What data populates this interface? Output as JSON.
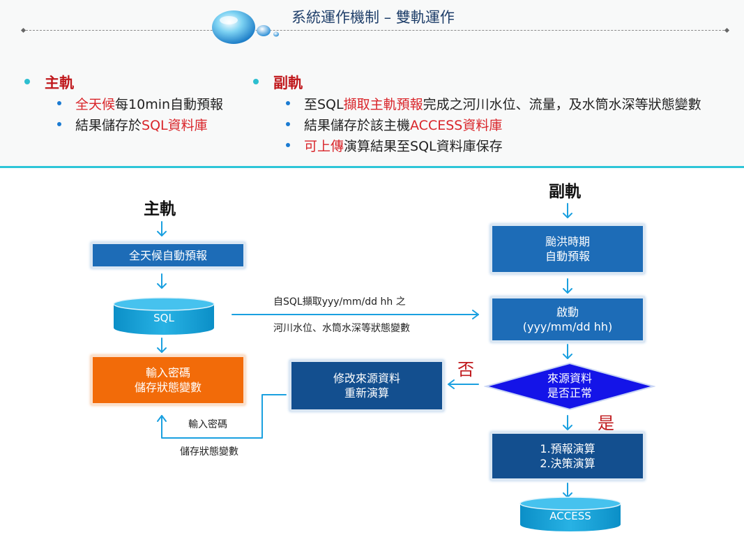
{
  "header": {
    "title": "系統運作機制 – 雙軌運作"
  },
  "main_track": {
    "heading": "主軌",
    "items": [
      {
        "red": "全天候",
        "rest": "每10min自動預報"
      },
      {
        "pre": "結果儲存於",
        "red": "SQL資料庫"
      }
    ]
  },
  "sub_track": {
    "heading": "副軌",
    "items": [
      {
        "pre": "至SQL",
        "red": "擷取主軌預報",
        "rest": "完成之河川水位、流量，及水筒水深等狀態變數"
      },
      {
        "pre": "結果儲存於該主機",
        "red": "ACCESS資料庫"
      },
      {
        "red": "可上傳",
        "rest": "演算結果至SQL資料庫保存"
      }
    ]
  },
  "flow": {
    "main_label": "主軌",
    "sub_label": "副軌",
    "main_box1": "全天候自動預報",
    "sql_db": "SQL",
    "input_box": [
      "輸入密碼",
      "儲存狀態變數"
    ],
    "modify_box": [
      "修改來源資料",
      "重新演算"
    ],
    "typhoon_box": [
      "颱洪時期",
      "自動預報"
    ],
    "start_box": [
      "啟動",
      "(yyy/mm/dd hh)"
    ],
    "decision": [
      "來源資料",
      "是否正常"
    ],
    "calc_box": [
      "1.預報演算",
      "2.決策演算"
    ],
    "access_db": "ACCESS",
    "arrow_top_label": "自SQL擷取yyy/mm/dd  hh 之",
    "arrow_bottom_label": "河川水位、水筒水深等狀態變數",
    "return_label1": "輸入密碼",
    "return_label2": "儲存狀態變數",
    "no_label": "否",
    "yes_label": "是"
  },
  "colors": {
    "accent_cyan": "#2dc6d8",
    "box_blue": "#1d6cb7",
    "box_navy": "#134f8f",
    "box_orange": "#f26b09",
    "highlight_red": "#d9252a",
    "arrow_blue": "#1aa0e0"
  }
}
